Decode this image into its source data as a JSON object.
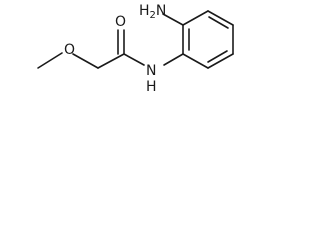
{
  "molecule": {
    "atoms": {
      "amine": {
        "symbol": "H",
        "subscript": "2",
        "suffix": "N"
      },
      "amide_nitrogen": {
        "symbol": "N",
        "hydrogen": "H"
      },
      "carbonyl_oxygen": {
        "symbol": "O"
      },
      "ether_oxygen": {
        "symbol": "O"
      }
    }
  }
}
